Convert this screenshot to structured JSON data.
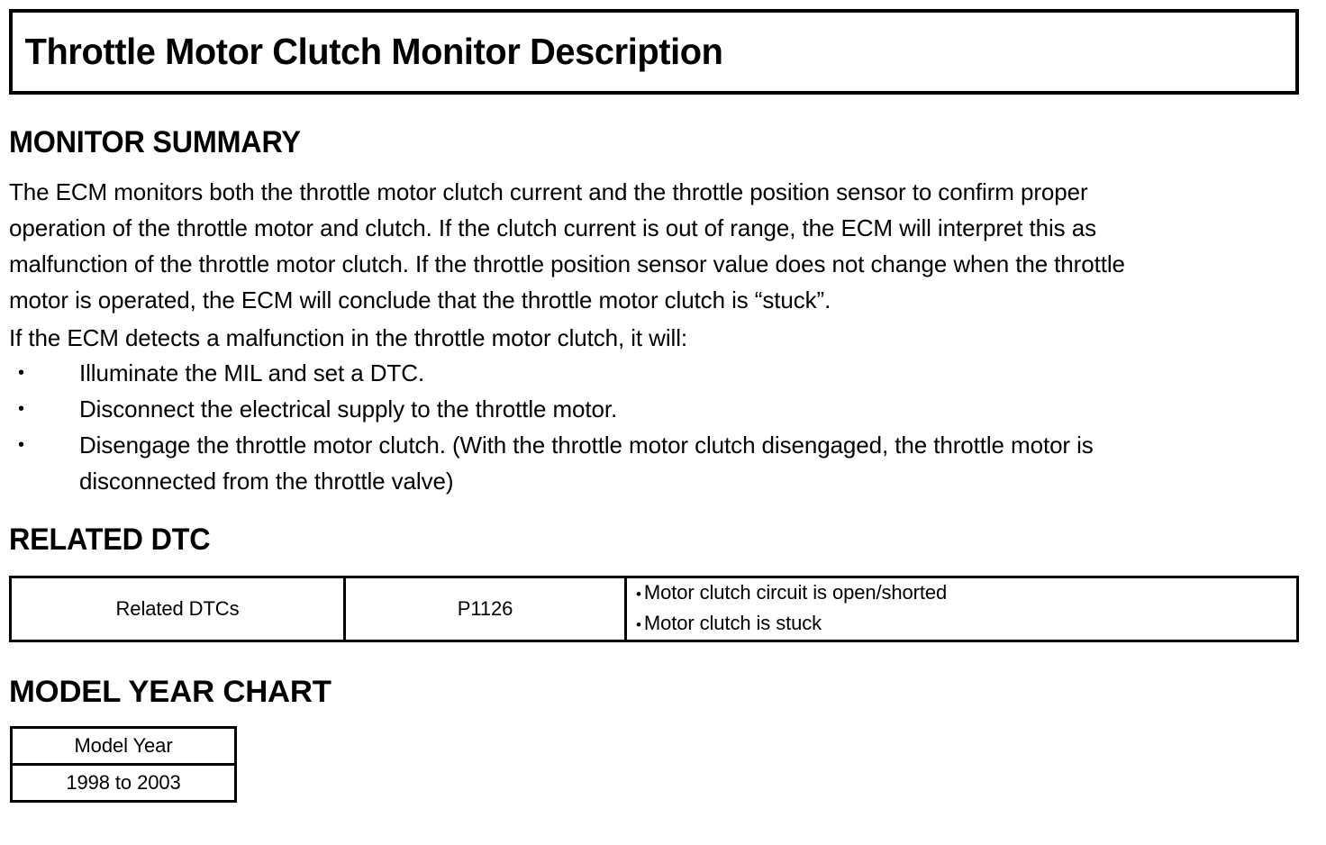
{
  "title": "Throttle Motor Clutch Monitor Description",
  "sections": {
    "monitor_summary": {
      "heading": "MONITOR SUMMARY",
      "paragraph_lines": [
        "The ECM monitors both the throttle motor clutch current and the throttle position sensor to confirm proper",
        "operation of the throttle motor and clutch. If the clutch current is out of range, the ECM will interpret this as",
        "malfunction of the throttle motor clutch. If the throttle position sensor value does not change when the throttle",
        "motor is operated, the ECM will conclude that the throttle motor clutch is “stuck”."
      ],
      "intro_line": "If the ECM detects a malfunction in the throttle motor clutch, it will:",
      "bullet_marker": "•",
      "bullets": [
        {
          "text": "Illuminate the MIL and set a DTC.",
          "continuation": ""
        },
        {
          "text": "Disconnect the electrical supply to the throttle motor.",
          "continuation": ""
        },
        {
          "text": "Disengage the throttle motor clutch. (With the throttle motor clutch disengaged, the throttle motor is",
          "continuation": "disconnected from the throttle valve)"
        }
      ]
    },
    "related_dtc": {
      "heading": "RELATED DTC",
      "table": {
        "row_label": "Related DTCs",
        "dtc_code": "P1126",
        "bullet_marker": "•",
        "descriptions": [
          "Motor clutch circuit is open/shorted",
          "Motor clutch is stuck"
        ]
      }
    },
    "model_year_chart": {
      "heading": "MODEL YEAR CHART",
      "table": {
        "header": "Model Year",
        "value": "1998 to 2003"
      }
    }
  },
  "colors": {
    "text": "#000000",
    "background": "#ffffff",
    "border": "#000000"
  }
}
